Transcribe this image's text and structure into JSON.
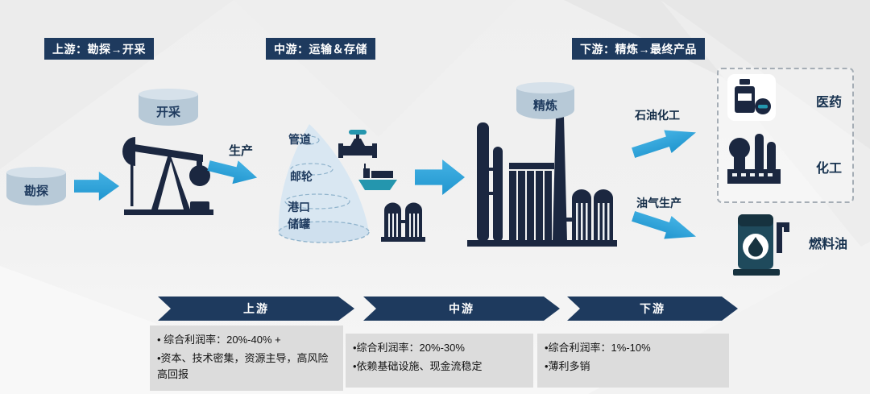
{
  "headers": {
    "upstream": "上游：勘探→开采",
    "midstream": "中游：运输＆存储",
    "downstream": "下游：精炼→最终产品"
  },
  "nodes": {
    "exploration": "勘探",
    "extraction": "开采",
    "production": "生产",
    "refining": "精炼"
  },
  "funnel": {
    "pipeline": "管道",
    "ship": "邮轮",
    "port": "港口",
    "storage_tank": "储罐"
  },
  "outputs": {
    "petrochemical": "石油化工",
    "oil_gas": "油气生产",
    "pharma": "医药",
    "chemical": "化工",
    "fuel_oil": "燃料油"
  },
  "banners": [
    {
      "label": "上游",
      "points": [
        "• 综合利润率：20%-40% +",
        "•资本、技术密集，资源主导，高风险高回报"
      ]
    },
    {
      "label": "中游",
      "points": [
        "•综合利润率：20%-30%",
        "•依赖基础设施、现金流稳定"
      ]
    },
    {
      "label": "下游",
      "points": [
        "•综合利润率：1%-10%",
        "•薄利多销"
      ]
    }
  ],
  "colors": {
    "navy": "#1e3a5e",
    "arrow_blue": "#29a2da",
    "teal": "#2496ae",
    "icon_navy": "#1b2740",
    "cylinder_body": "#b7c9d7",
    "box_gray": "#dcdcdc",
    "background": "#f1f1f1"
  }
}
